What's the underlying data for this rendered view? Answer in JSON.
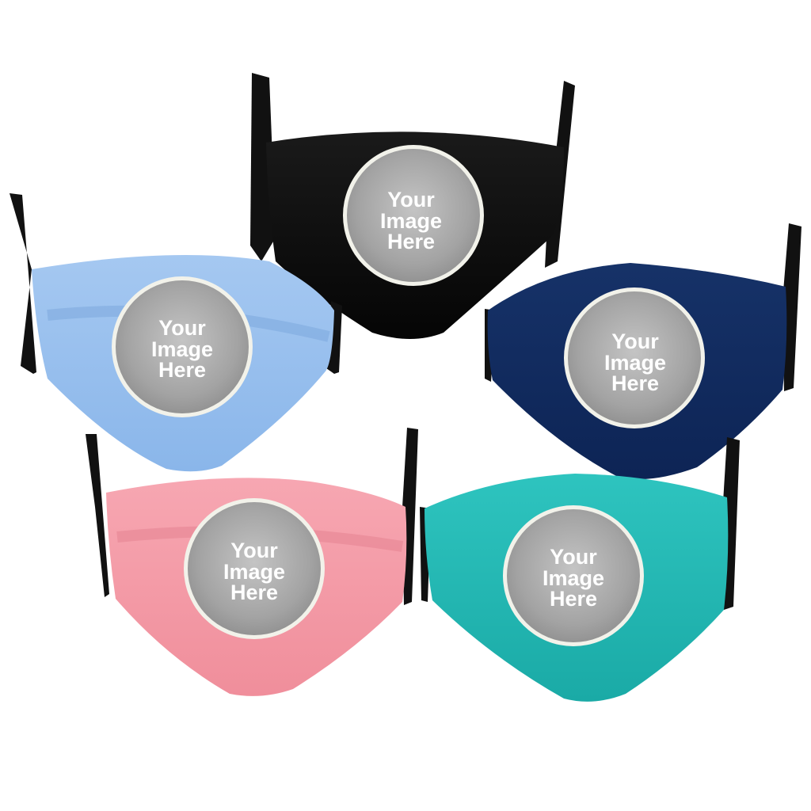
{
  "masks": [
    {
      "id": "black",
      "color": "#050505",
      "color_light": "#1a1a1a",
      "placeholder": {
        "line1": "Your",
        "line2": "Image",
        "line3": "Here"
      }
    },
    {
      "id": "light-blue",
      "color": "#8ab6ea",
      "color_light": "#a5c8f1",
      "placeholder": {
        "line1": "Your",
        "line2": "Image",
        "line3": "Here"
      }
    },
    {
      "id": "navy",
      "color": "#0d2455",
      "color_light": "#163268",
      "placeholder": {
        "line1": "Your",
        "line2": "Image",
        "line3": "Here"
      }
    },
    {
      "id": "pink",
      "color": "#f08e9b",
      "color_light": "#f7a7b2",
      "placeholder": {
        "line1": "Your",
        "line2": "Image",
        "line3": "Here"
      }
    },
    {
      "id": "teal",
      "color": "#1aaaa6",
      "color_light": "#2ec4bf",
      "placeholder": {
        "line1": "Your",
        "line2": "Image",
        "line3": "Here"
      }
    }
  ],
  "strap_color": "#111111",
  "placeholder_fill": "#9e9e9e",
  "placeholder_border": "#f2f2ea"
}
